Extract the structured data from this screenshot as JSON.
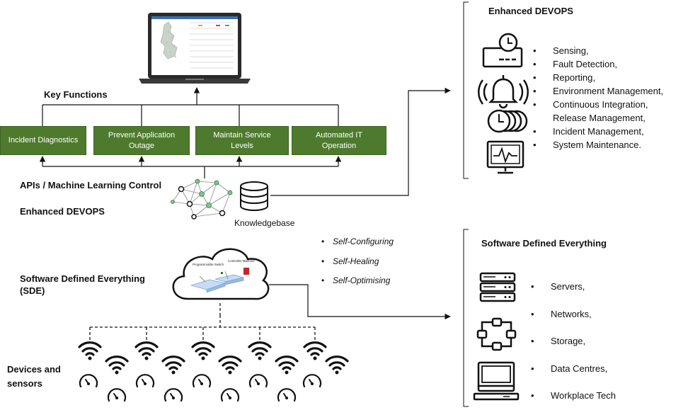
{
  "key_functions": {
    "title": "Key Functions",
    "boxes": [
      {
        "label_l1": "Incident Diagnostics",
        "label_l2": ""
      },
      {
        "label_l1": "Prevent Application",
        "label_l2": "Outage"
      },
      {
        "label_l1": "Maintain Service",
        "label_l2": "Levels"
      },
      {
        "label_l1": "Automated IT",
        "label_l2": "Operation"
      }
    ],
    "box_color": "#4e7a2e"
  },
  "control": {
    "apis_label": "APIs / Machine Learning Control",
    "devops_label": "Enhanced DEVOPS",
    "knowledgebase_label": "Knowledgebase"
  },
  "sde": {
    "label_l1": "Software Defined Everything",
    "label_l2": "(SDE)",
    "properties": [
      "Self-Configuring",
      "Self-Healing",
      "Self-Optimising"
    ],
    "cloud_text": [
      "Programmable Switch",
      "Controller Machine"
    ]
  },
  "devices": {
    "label_l1": "Devices and",
    "label_l2": "sensors"
  },
  "enhanced_devops_panel": {
    "title": "Enhanced DEVOPS",
    "icons": [
      "server-clock-icon",
      "alarm-bell-icon",
      "clocks-icon",
      "monitor-pulse-icon"
    ],
    "items": [
      "Sensing,",
      "Fault Detection,",
      "Reporting,",
      "Environment  Management,",
      "Continuous Integration,",
      "Release Management,",
      "Incident Management,",
      "System Maintenance."
    ],
    "bullet_rows": [
      true,
      true,
      true,
      true,
      true,
      false,
      true,
      true
    ]
  },
  "sde_panel": {
    "title": "Software Defined Everything",
    "icons": [
      "server-rack-icon",
      "network-icon",
      "storage-icon",
      "workstation-icon"
    ],
    "items": [
      "Servers,",
      "Networks,",
      "Storage,",
      "Data Centres,",
      "Workplace Tech"
    ]
  },
  "colors": {
    "accent_green": "#4e7a2e",
    "network_node_green": "#7ac48a",
    "line": "#111111"
  }
}
